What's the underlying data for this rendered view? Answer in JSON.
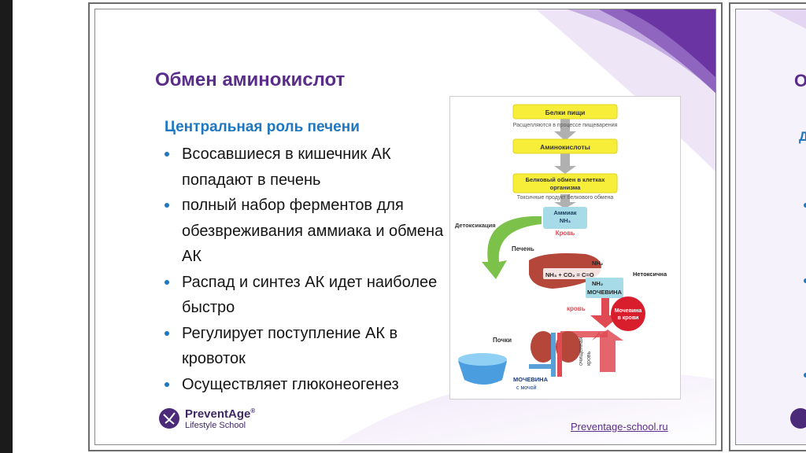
{
  "slide": {
    "title": "Обмен аминокислот",
    "subtitle": "Центральная роль печени",
    "bullets": [
      "Всосавшиеся в кишечник АК попадают в печень",
      "полный набор ферментов для обезвреживания аммиака и обмена АК",
      "Распад и синтез АК идет наиболее быстро",
      "Регулирует поступление АК в кровоток",
      "Осуществляет глюконеогенез"
    ],
    "logo": {
      "name": "PreventAge",
      "mark": "®",
      "subtitle": "Lifestyle School"
    },
    "website": "Preventage-school.ru"
  },
  "diagram": {
    "food_proteins": "Белки пищи",
    "split_caption": "Расщепляются в процессе пищеварения",
    "amino_acids": "Аминокислоты",
    "cell_metabolism_1": "Белковый обмен в клетках",
    "cell_metabolism_2": "организма",
    "toxic_caption": "Токсичные продукт белкового обмена",
    "ammonia": "Аммиак",
    "nh3": "NH₃",
    "blood_red": "Кровь",
    "detox": "Детоксикация",
    "liver": "Печень",
    "equation": "NH₃ + CO₂ = C=O",
    "nh2_top": "NH₂",
    "nh2_bottom": "NH₂",
    "urea": "МОЧЕВИНА",
    "nontoxic": "Нетоксична",
    "blood_label": "кровь",
    "urea_in_blood_1": "Мочевина",
    "urea_in_blood_2": "в крови",
    "kidneys": "Почки",
    "purified_1": "очищенная",
    "purified_2": "кровь",
    "urea_urine_1": "МОЧЕВИНА",
    "urea_urine_2": "с мочой"
  },
  "next_slide": {
    "title": "О",
    "subtitle": "Д"
  },
  "colors": {
    "title": "#5b2d8a",
    "accent_blue": "#1e77c0",
    "yellow_box": "#f7ee3a",
    "arrow_gray": "#b0b0b0",
    "red_arrow": "#e04a52",
    "green_arrow": "#7cc14a"
  }
}
